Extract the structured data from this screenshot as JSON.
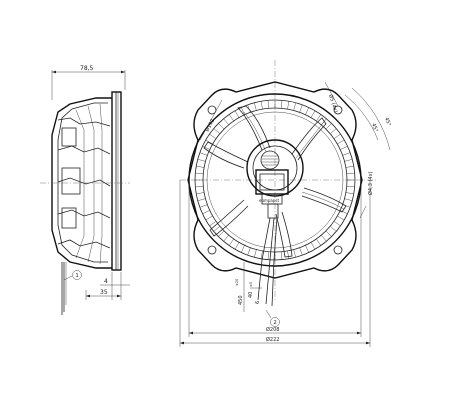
{
  "side_view": {
    "dim_depth": "78,5",
    "dim_flange": "4",
    "dim_offset": "35",
    "callout_1": "1"
  },
  "front_view": {
    "dim_hole_dia": "Ø5 (4x)",
    "dim_bolt_circle": "Ø192",
    "dim_angle_a": "45°",
    "dim_angle_b": "45°",
    "dim_slot": "Ø4,3 (4x)",
    "dim_cable_len": "450",
    "dim_cable_tol": "±20",
    "dim_lead_len": "40",
    "dim_lead_tol": "±5",
    "dim_6": "6",
    "dim_208": "Ø208",
    "dim_222": "Ø222",
    "callout_2": "2",
    "label_ebmpapst": "ebmpapst"
  },
  "colors": {
    "line": "#222222",
    "background": "#ffffff"
  }
}
